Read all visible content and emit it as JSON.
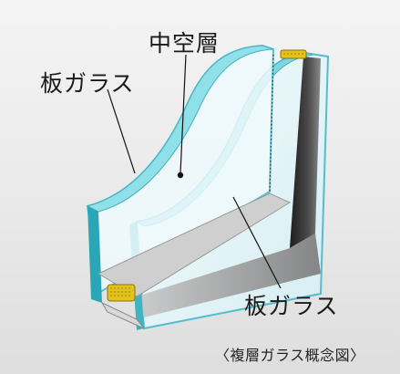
{
  "labels": {
    "air_layer": "中空層",
    "glass_left": "板ガラス",
    "glass_right": "板ガラス"
  },
  "caption": "〈複層ガラス概念図〉",
  "colors": {
    "glass_edge": "#3fb3c2",
    "glass_edge_light": "#8fe0e8",
    "glass_face": "#e6f5f8",
    "spacer_dark": "#2c2c2c",
    "desiccant": "#e3c21c",
    "background": "#ececec"
  }
}
